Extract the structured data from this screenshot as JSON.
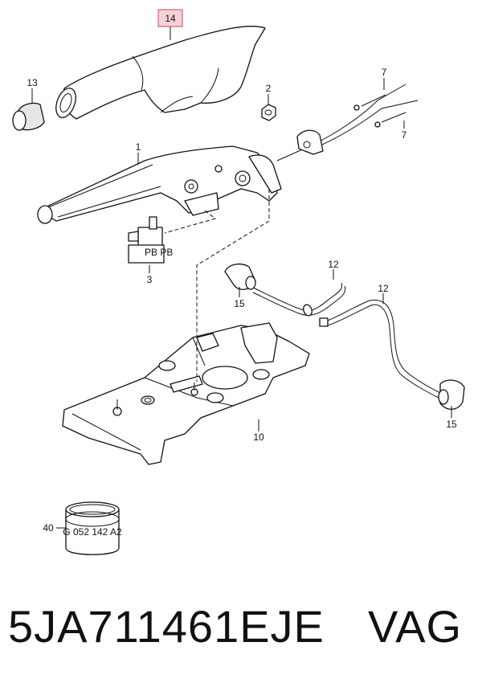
{
  "diagram": {
    "highlighted_callout": "14",
    "callouts": {
      "c14": "14",
      "c13": "13",
      "c2": "2",
      "c7a": "7",
      "c7b": "7",
      "c1": "1",
      "c3": "3",
      "c12a": "12",
      "c12b": "12",
      "c15a": "15",
      "c15b": "15",
      "c10": "10",
      "c40": "40"
    },
    "part_markings": {
      "ring_label": "G 052 142 A2",
      "switch_label": "PB PB"
    },
    "colors": {
      "highlight_fill": "#f6d2d8",
      "highlight_stroke": "#c84860",
      "line": "#111111"
    }
  },
  "footer": {
    "part_number": "5JA711461EJE",
    "brand": "VAG"
  }
}
